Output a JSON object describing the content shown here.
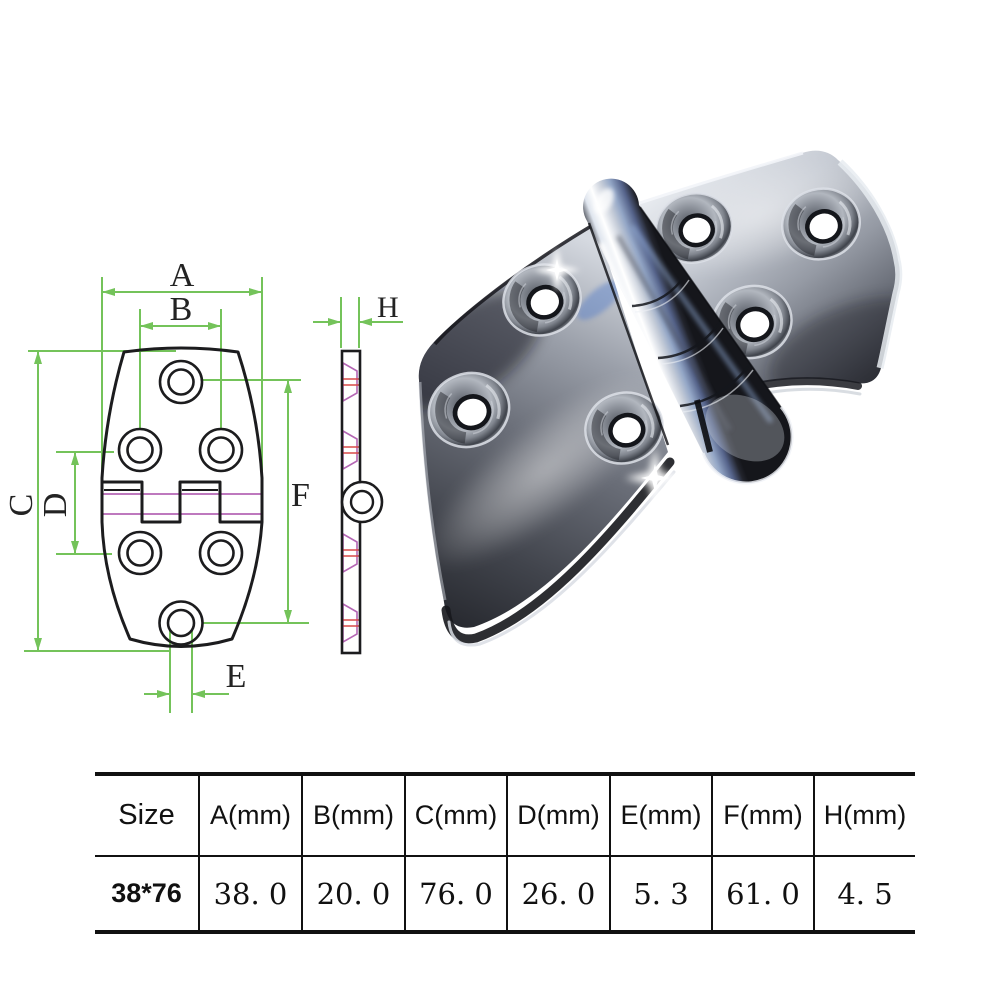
{
  "page": {
    "background_color": "#ffffff"
  },
  "drawing": {
    "dimension_labels": {
      "a": "A",
      "b": "B",
      "c": "C",
      "d": "D",
      "e": "E",
      "f": "F",
      "h": "H"
    },
    "colors": {
      "dimension_lines": "#74c35a",
      "outline": "#1c1c1e",
      "countersink_symbol": "#b466b4",
      "hole_section_lines": "#d84848"
    }
  },
  "photo": {
    "subject": "polished stainless steel hinge, two leaves, five-knuckle barrel, six countersunk screw holes",
    "metal_highlight": "#f2f4f8",
    "metal_shadow": "#1a1b20",
    "reflection_tint": "#5d82c8"
  },
  "table": {
    "headers": [
      "Size",
      "A(mm)",
      "B(mm)",
      "C(mm)",
      "D(mm)",
      "E(mm)",
      "F(mm)",
      "H(mm)"
    ],
    "row": {
      "size": "38*76",
      "values": [
        "38.0",
        "20.0",
        "76.0",
        "26.0",
        "5.3",
        "61.0",
        "4.5"
      ]
    }
  }
}
